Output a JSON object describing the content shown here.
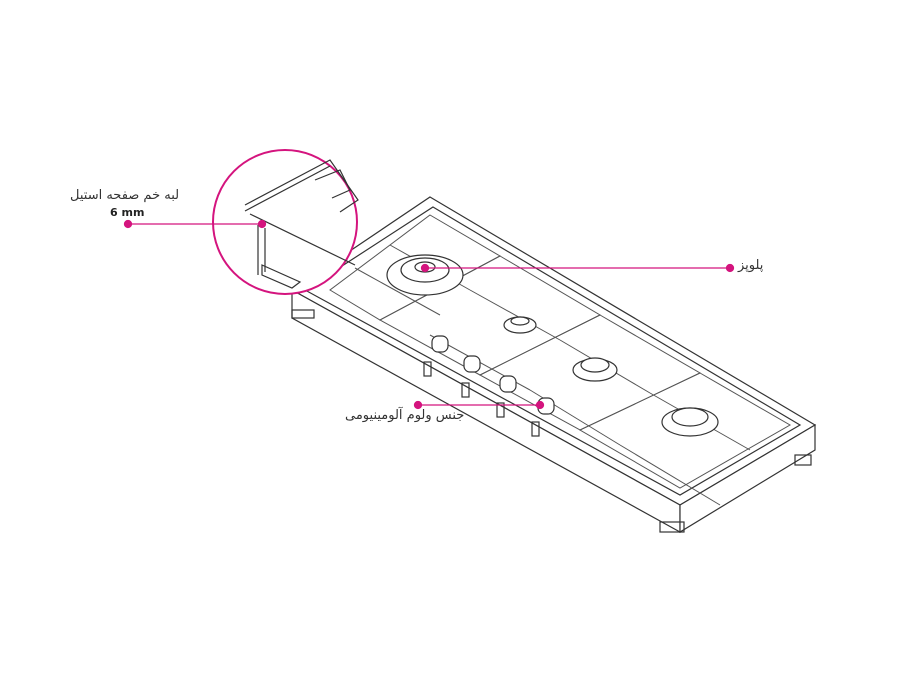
{
  "colors": {
    "accent": "#d4147e",
    "line": "#333333"
  },
  "callouts": {
    "edge": {
      "label": "لبه خم صفحه استیل",
      "sub": "6 mm"
    },
    "grate": {
      "label": "پلوپز"
    },
    "valve": {
      "label": "جنس ولوم آلومینیومی"
    }
  }
}
